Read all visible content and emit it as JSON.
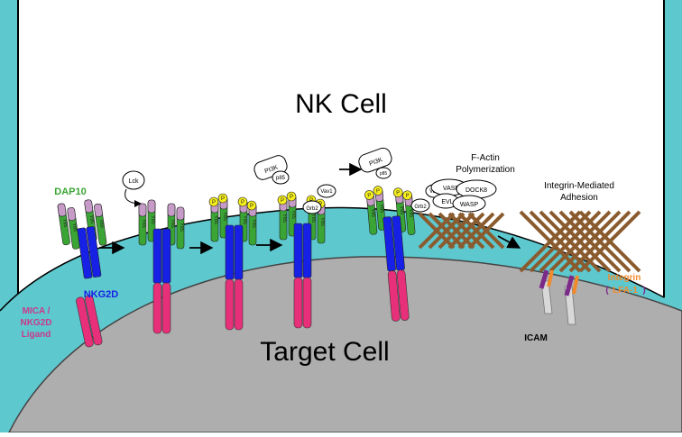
{
  "title_nk": "NK Cell",
  "title_target": "Target Cell",
  "labels": {
    "dap10": "DAP10",
    "nkg2d": "NKG2D",
    "ligand_line1": "MICA /",
    "ligand_line2": "NKG2D",
    "ligand_line3": "Ligand",
    "factin_line1": "F-Actin",
    "factin_line2": "Polymerization",
    "adhesion_line1": "Integrin-Mediated",
    "adhesion_line2": "Adhesion",
    "integrin": "Integrin",
    "lfa_open": "(",
    "lfa": "LFA-1",
    "lfa_close": ")",
    "icam": "ICAM"
  },
  "molecules": {
    "lck": "Lck",
    "pi3k": "PI3K",
    "p85": "p85",
    "vav1": "Vav1",
    "grb2": "Grb2",
    "vav1_short": "Vav",
    "vasp": "VASP",
    "evl": "EVL",
    "dock8": "DOCK8",
    "wasp": "WASP"
  },
  "residues": {
    "y85": "Y85",
    "phos": "P"
  },
  "colors": {
    "membrane_nk": "#5ec8cf",
    "target_cell": "#aeaeae",
    "dap10": "#3aa535",
    "dap10_tip": "#c79bc8",
    "nkg2d": "#1721e6",
    "ligand": "#e8307a",
    "actin": "#8a5b2e",
    "phospho": "#f5ee1c",
    "integrin_alpha": "#7c2a8a",
    "integrin_beta": "#f28a2b",
    "icam": "#d8d8d8",
    "label_green": "#3aa535",
    "label_blue": "#1721e6",
    "label_pink": "#c83a8a"
  }
}
